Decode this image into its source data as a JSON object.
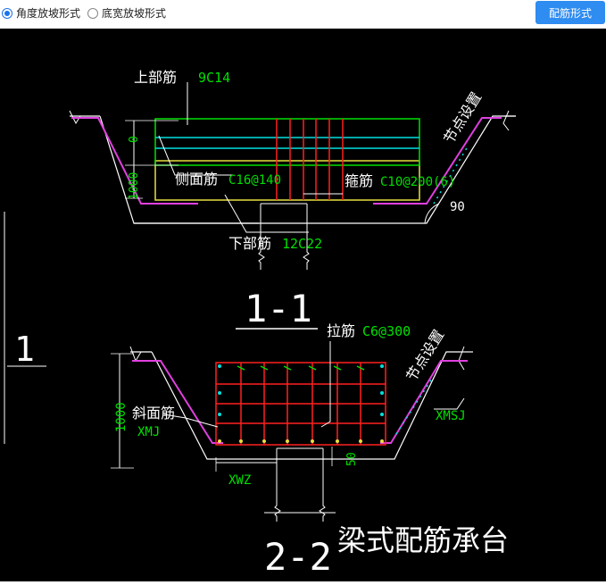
{
  "toolbar": {
    "options": [
      {
        "label": "角度放坡形式",
        "selected": true
      },
      {
        "label": "底宽放坡形式",
        "selected": false
      }
    ],
    "config_button": "配筋形式"
  },
  "drawing": {
    "section1": {
      "title": "1-1",
      "top_rebar_label": "上部筋",
      "top_rebar_value": "9C14",
      "side_rebar_label": "侧面筋",
      "side_rebar_value": "C16@140",
      "stirrup_label": "箍筋",
      "stirrup_value": "C10@200(6)",
      "bottom_rebar_label": "下部筋",
      "bottom_rebar_value": "12C22",
      "node_setting": "节点设置",
      "dim_height": "1000",
      "dim_zero": "0",
      "angle": "90"
    },
    "section2": {
      "title": "2-2",
      "tie_rebar_label": "拉筋",
      "tie_rebar_value": "C6@300",
      "slope_rebar_label": "斜面筋",
      "slope_rebar_value": "XMJ",
      "node_setting": "节点设置",
      "xmsj": "XMSJ",
      "xwz": "XWZ",
      "dim_height": "1000",
      "dim_50": "50"
    },
    "left_marker": "1",
    "caption": "梁式配筋承台"
  },
  "colors": {
    "background": "#000000",
    "outline": "#ffffff",
    "magenta": "#e040e0",
    "green": "#00e000",
    "cyan": "#00e0e0",
    "red": "#ff2020",
    "yellow": "#e8e040",
    "accent": "#2f8cf0"
  }
}
